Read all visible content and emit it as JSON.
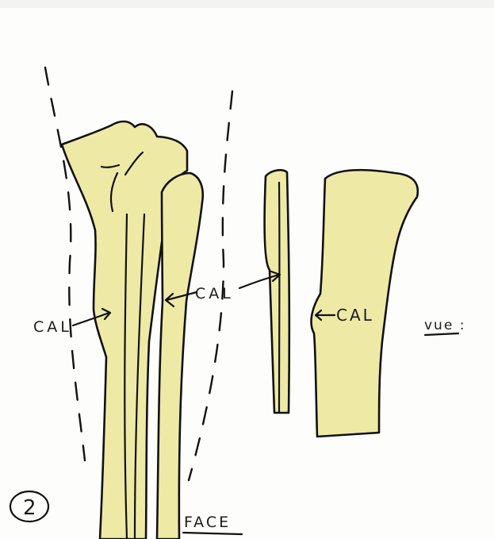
{
  "labels": {
    "callus_label_1": "CAL",
    "callus_label_2": "CAL",
    "callus_label_3": "CAL",
    "view_label": "vue :",
    "figure_number": "2",
    "face_label": "FACE"
  },
  "colors": {
    "bone_fill": "#eeeaa6",
    "ink": "#111111"
  }
}
